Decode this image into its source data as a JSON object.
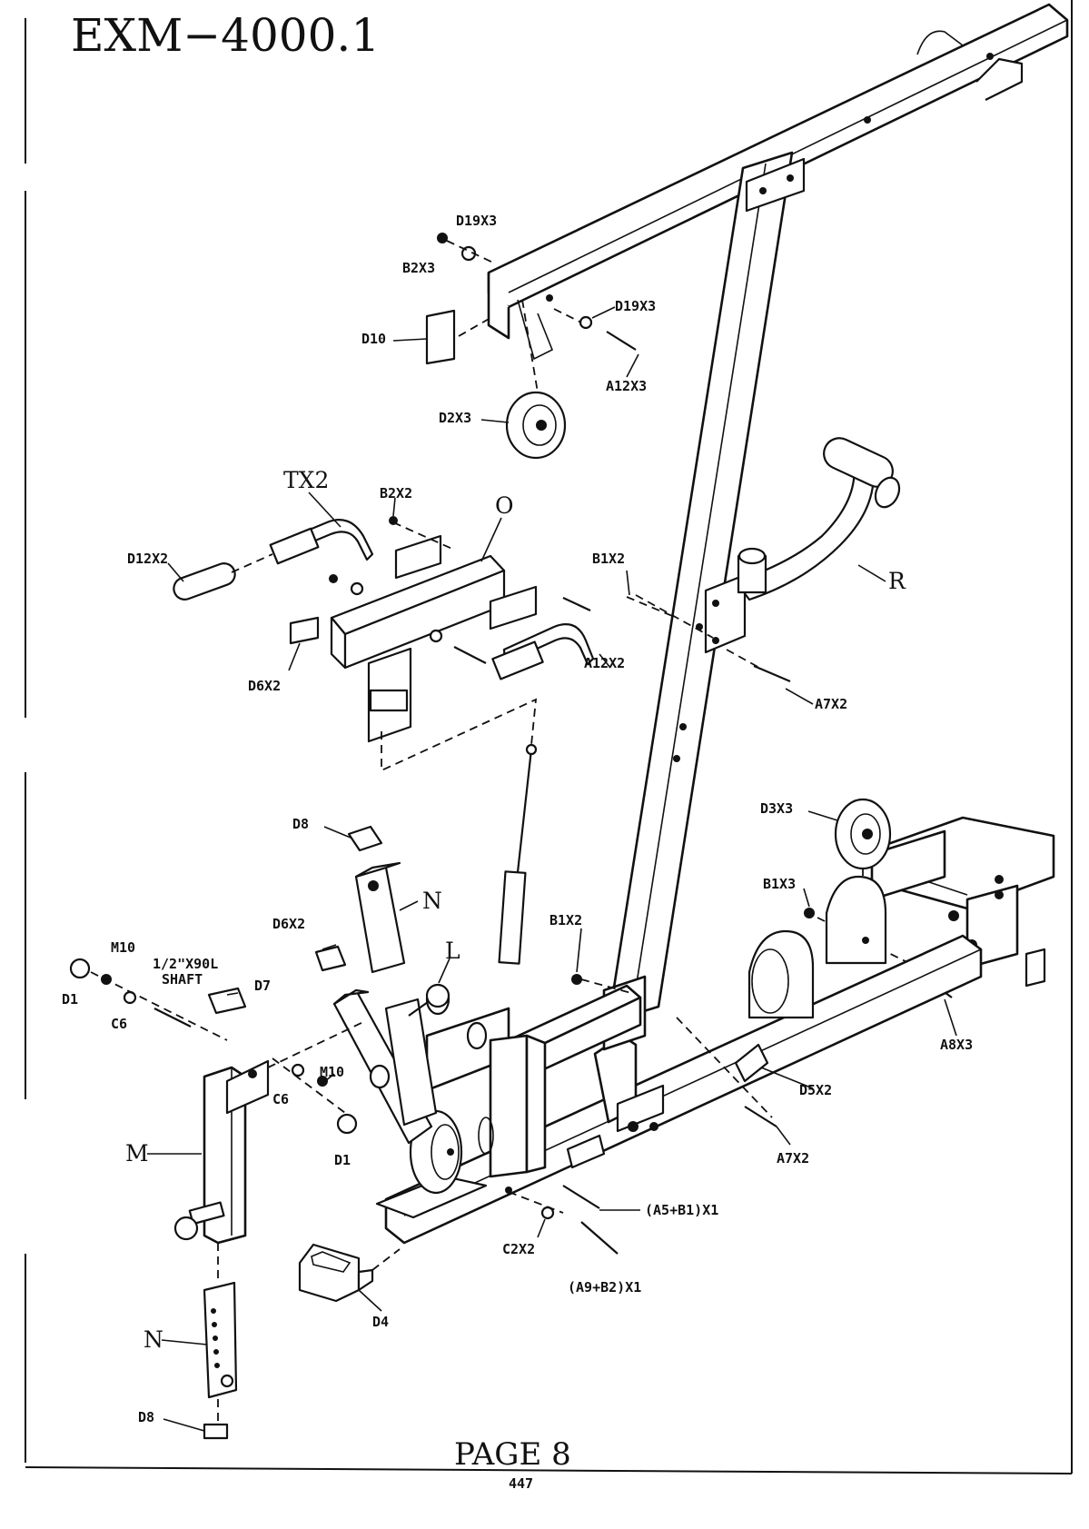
{
  "header": {
    "model": "EXM−4000.1"
  },
  "footer": {
    "page_label": "PAGE  8",
    "page_number": "447"
  },
  "labels": {
    "b2x3": "B2X3",
    "d19x3_top": "D19X3",
    "d19x3_right": "D19X3",
    "d10": "D10",
    "a12x3": "A12X3",
    "d2x3": "D2X3",
    "tx2": "TX2",
    "b2x2": "B2X2",
    "o": "O",
    "d12x2": "D12X2",
    "b1x2_top": "B1X2",
    "r": "R",
    "d6x2_top": "D6X2",
    "a12x2": "A12X2",
    "a7x2_top": "A7X2",
    "d8_top": "D8",
    "n_top": "N",
    "d3x3": "D3X3",
    "b1x3": "B1X3",
    "d6x2_mid": "D6X2",
    "l": "L",
    "b1x2_mid": "B1X2",
    "m10_left": "M10",
    "shaft_line1": "1/2\"X90L",
    "shaft_line2": "SHAFT",
    "d7": "D7",
    "d1_left": "D1",
    "c6_left": "C6",
    "a8x3": "A8X3",
    "d5x2": "D5X2",
    "m10_mid": "M10",
    "c6_mid": "C6",
    "m": "M",
    "d1_mid": "D1",
    "a7x2_bottom": "A7X2",
    "a5b1": "(A5+B1)X1",
    "c2x2": "C2X2",
    "a9b2": "(A9+B2)X1",
    "d4": "D4",
    "n_bottom": "N",
    "d8_bottom": "D8"
  }
}
